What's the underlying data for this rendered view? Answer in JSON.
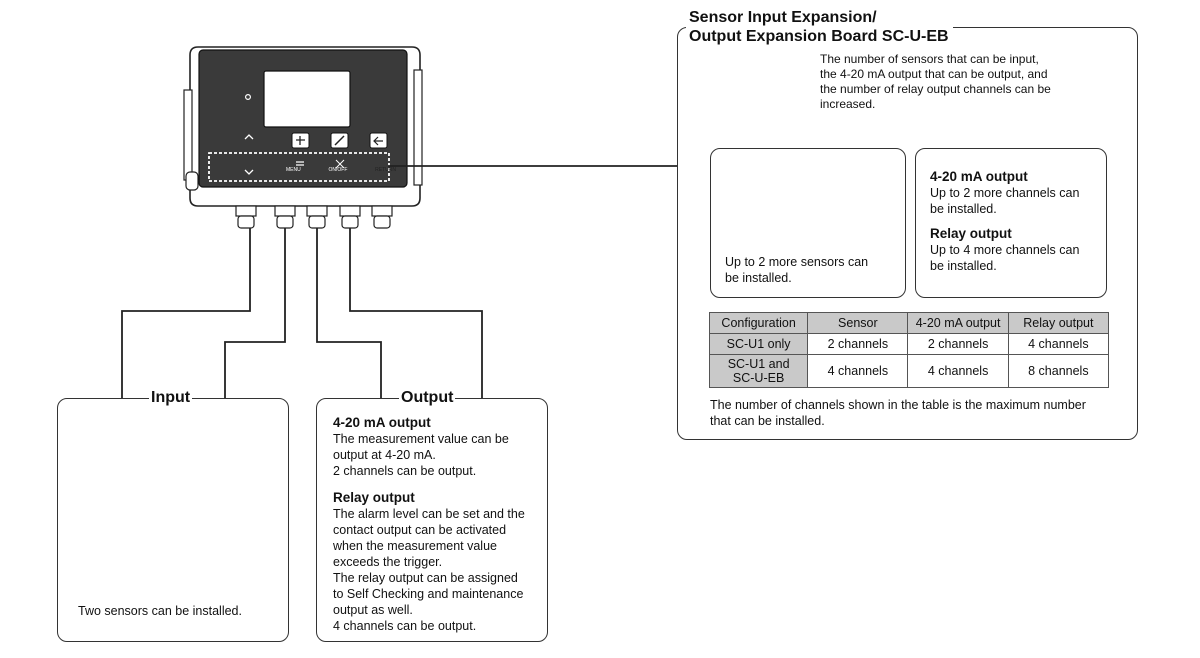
{
  "expansion": {
    "title_line1": "Sensor Input Expansion/",
    "title_line2": "Output Expansion Board SC-U-EB",
    "description": "The number of sensors that can be input,\nthe 4-20 mA output that can be output, and\nthe number of relay output channels can be\nincreased.",
    "sensors_note": "Up to 2 more sensors can\nbe installed.",
    "analog_heading": "4-20 mA output",
    "analog_text": "Up to 2 more channels can\nbe installed.",
    "relay_heading": "Relay output",
    "relay_text": "Up to 4 more channels can\nbe installed.",
    "table": {
      "headers": [
        "Configuration",
        "Sensor",
        "4-20 mA output",
        "Relay output"
      ],
      "rows": [
        [
          "SC-U1 only",
          "2 channels",
          "2 channels",
          "4 channels"
        ],
        [
          "SC-U1 and\nSC-U-EB",
          "4 channels",
          "4 channels",
          "8 channels"
        ]
      ]
    },
    "footnote": "The number of channels shown in the table is the maximum number\nthat can be installed."
  },
  "input": {
    "label": "Input",
    "note": "Two sensors can be installed."
  },
  "output": {
    "label": "Output",
    "analog_heading": "4-20 mA output",
    "analog_text": "The measurement value can be\noutput at 4-20 mA.\n2 channels can be output.",
    "relay_heading": "Relay output",
    "relay_text": "The alarm level can be set and the\ncontact output can be activated\nwhen the measurement value\nexceeds the trigger.\nThe relay output can be assigned\nto Self Checking and maintenance\noutput as well.\n4 channels can be output."
  },
  "device": {
    "key_labels": [
      "MENU",
      "ON/OFF",
      "RETURN"
    ]
  }
}
